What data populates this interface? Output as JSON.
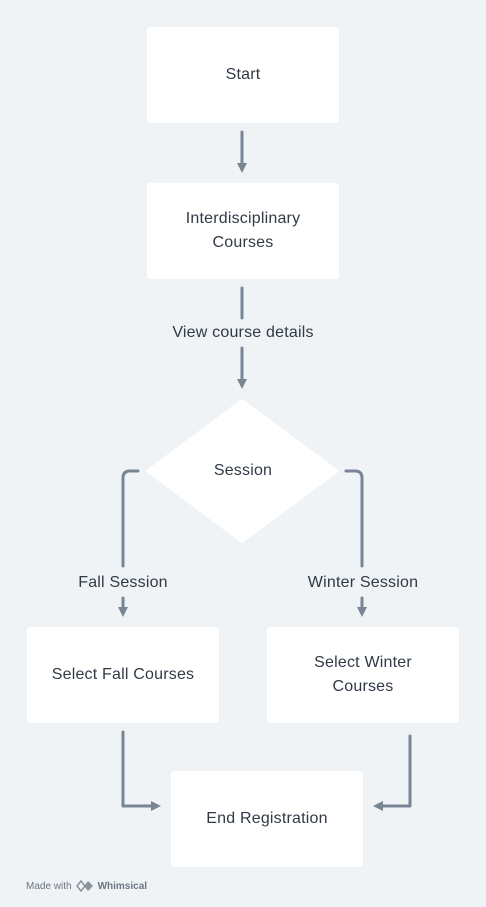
{
  "nodes": {
    "start": "Start",
    "interdisciplinary": "Interdisciplinary\nCourses",
    "session": "Session",
    "fall_courses": "Select Fall Courses",
    "winter_courses": "Select Winter\nCourses",
    "end": "End Registration"
  },
  "edges": {
    "view_details": "View course details",
    "fall_session": "Fall Session",
    "winter_session": "Winter Session"
  },
  "footer": {
    "made_with": "Made with",
    "brand": "Whimsical"
  },
  "colors": {
    "background": "#f0f3f6",
    "node": "#ffffff",
    "connector": "#778594",
    "text": "#2f3a46"
  }
}
